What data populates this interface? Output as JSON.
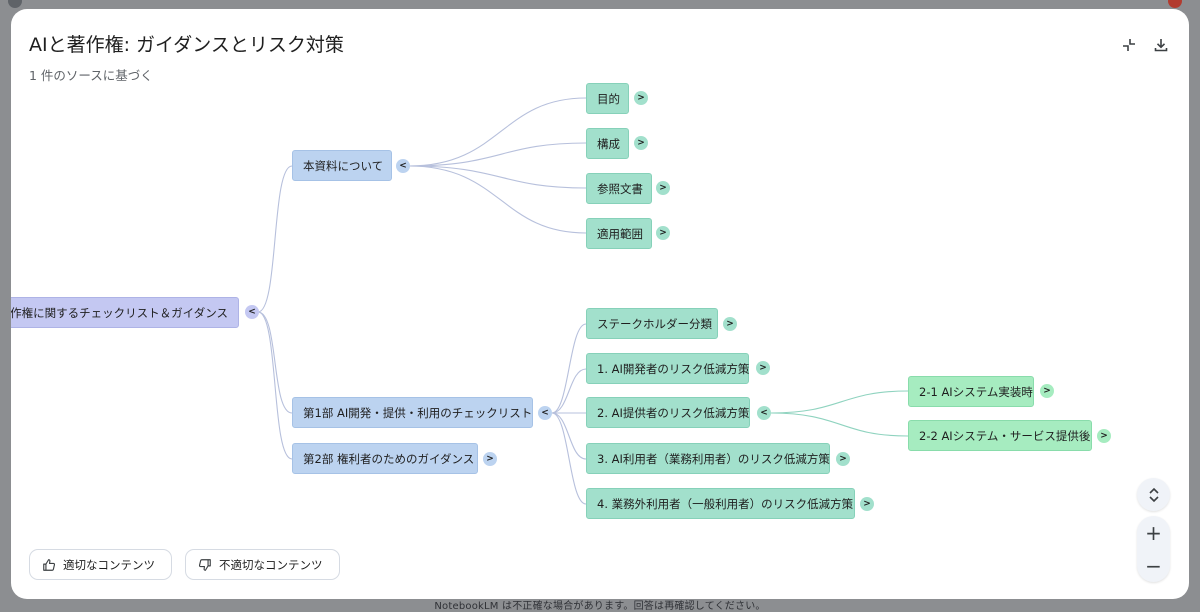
{
  "header": {
    "title": "AIと著作権: ガイダンスとリスク対策",
    "subtitle": "1 件のソースに基づく",
    "collapse_icon": "collapse-icon",
    "download_icon": "download-icon"
  },
  "mindmap": {
    "root": "著作権に関するチェックリスト＆ガイダンス",
    "branches": [
      {
        "label": "本資料について",
        "children": [
          "目的",
          "構成",
          "参照文書",
          "適用範囲"
        ]
      },
      {
        "label": "第1部 AI開発・提供・利用のチェックリスト",
        "children": [
          "ステークホルダー分類",
          "1. AI開発者のリスク低減方策",
          "2. AI提供者のリスク低減方策",
          "3. AI利用者（業務利用者）のリスク低減方策",
          "4. 業務外利用者（一般利用者）のリスク低減方策"
        ],
        "grandchildren": [
          "2-1 AIシステム実装時",
          "2-2 AIシステム・サービス提供後"
        ]
      },
      {
        "label": "第2部 権利者のためのガイダンス"
      }
    ],
    "toggle_collapse": "<",
    "toggle_expand": ">"
  },
  "feedback": {
    "good": "適切なコンテンツ",
    "bad": "不適切なコンテンツ"
  },
  "zoom": {
    "in": "+",
    "out": "−"
  },
  "footer": "NotebookLM は不正確な場合があります。回答は再確認してください。",
  "colors": {
    "edge": "#b7c0dc",
    "edge_teal": "#8fd3bf",
    "root_node": "#c4c8f2",
    "branch_node": "#bcd3f0",
    "leaf_node": "#a2e0cc",
    "grandchild_node": "#a6ecc0"
  }
}
